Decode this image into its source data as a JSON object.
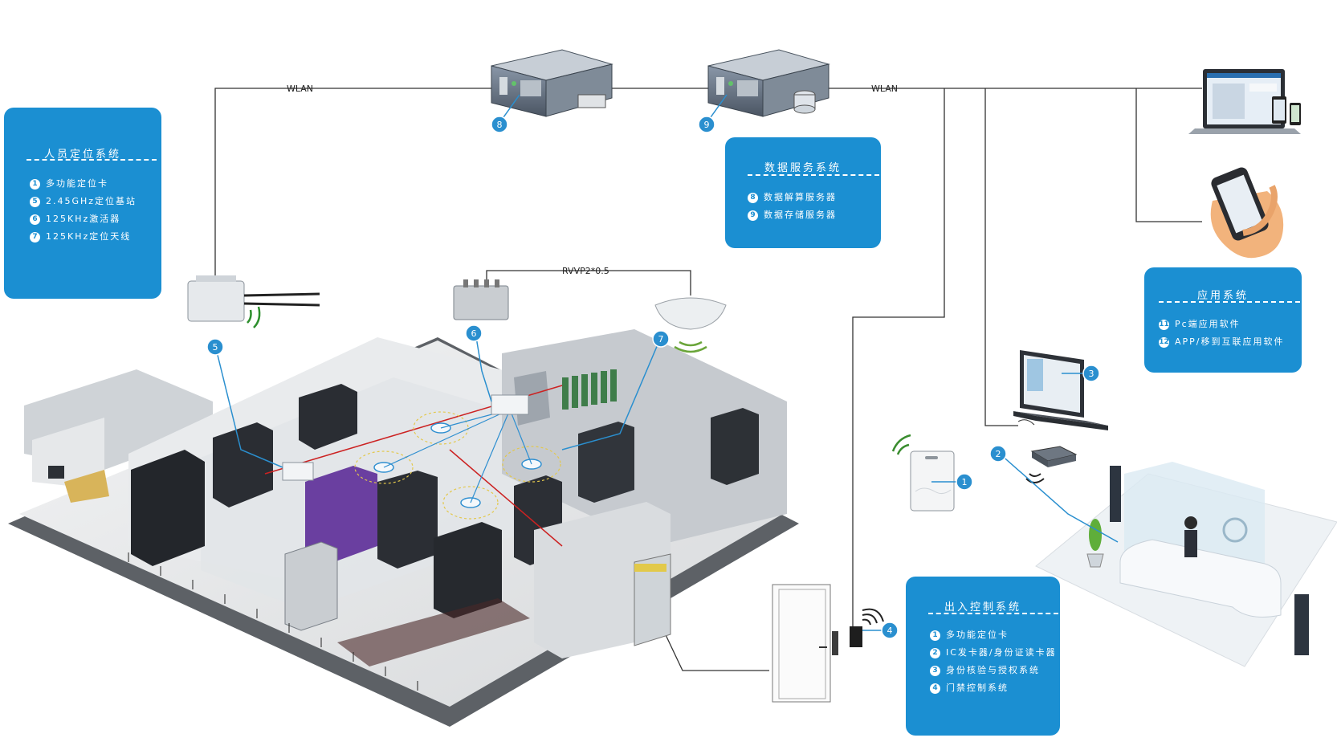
{
  "connections": {
    "wlan_left": "WLAN",
    "wlan_right": "WLAN",
    "rvvp_cable": "RVVP2*0.5"
  },
  "panels": {
    "personnel": {
      "title": "人员定位系统",
      "items": [
        {
          "num": "1",
          "label": "多功能定位卡"
        },
        {
          "num": "5",
          "label": "2.45GHz定位基站"
        },
        {
          "num": "6",
          "label": "125KHz激活器"
        },
        {
          "num": "7",
          "label": "125KHz定位天线"
        }
      ]
    },
    "data_service": {
      "title": "数据服务系统",
      "items": [
        {
          "num": "8",
          "label": "数据解算服务器"
        },
        {
          "num": "9",
          "label": "数据存储服务器"
        }
      ]
    },
    "application": {
      "title": "应用系统",
      "items": [
        {
          "num": "11",
          "label": "Pc端应用软件"
        },
        {
          "num": "12",
          "label": "APP/移到互联应用软件"
        }
      ]
    },
    "access_control": {
      "title": "出入控制系统",
      "items": [
        {
          "num": "1",
          "label": "多功能定位卡"
        },
        {
          "num": "2",
          "label": "IC发卡器/身份证读卡器"
        },
        {
          "num": "3",
          "label": "身份核验与授权系统"
        },
        {
          "num": "4",
          "label": "门禁控制系统"
        }
      ]
    }
  },
  "callouts": [
    "8",
    "9",
    "5",
    "6",
    "7",
    "3",
    "2",
    "1",
    "4"
  ],
  "colors": {
    "panel_blue": "#1b8fd2",
    "callout_blue": "#2a8fcf",
    "line": "#333333"
  }
}
